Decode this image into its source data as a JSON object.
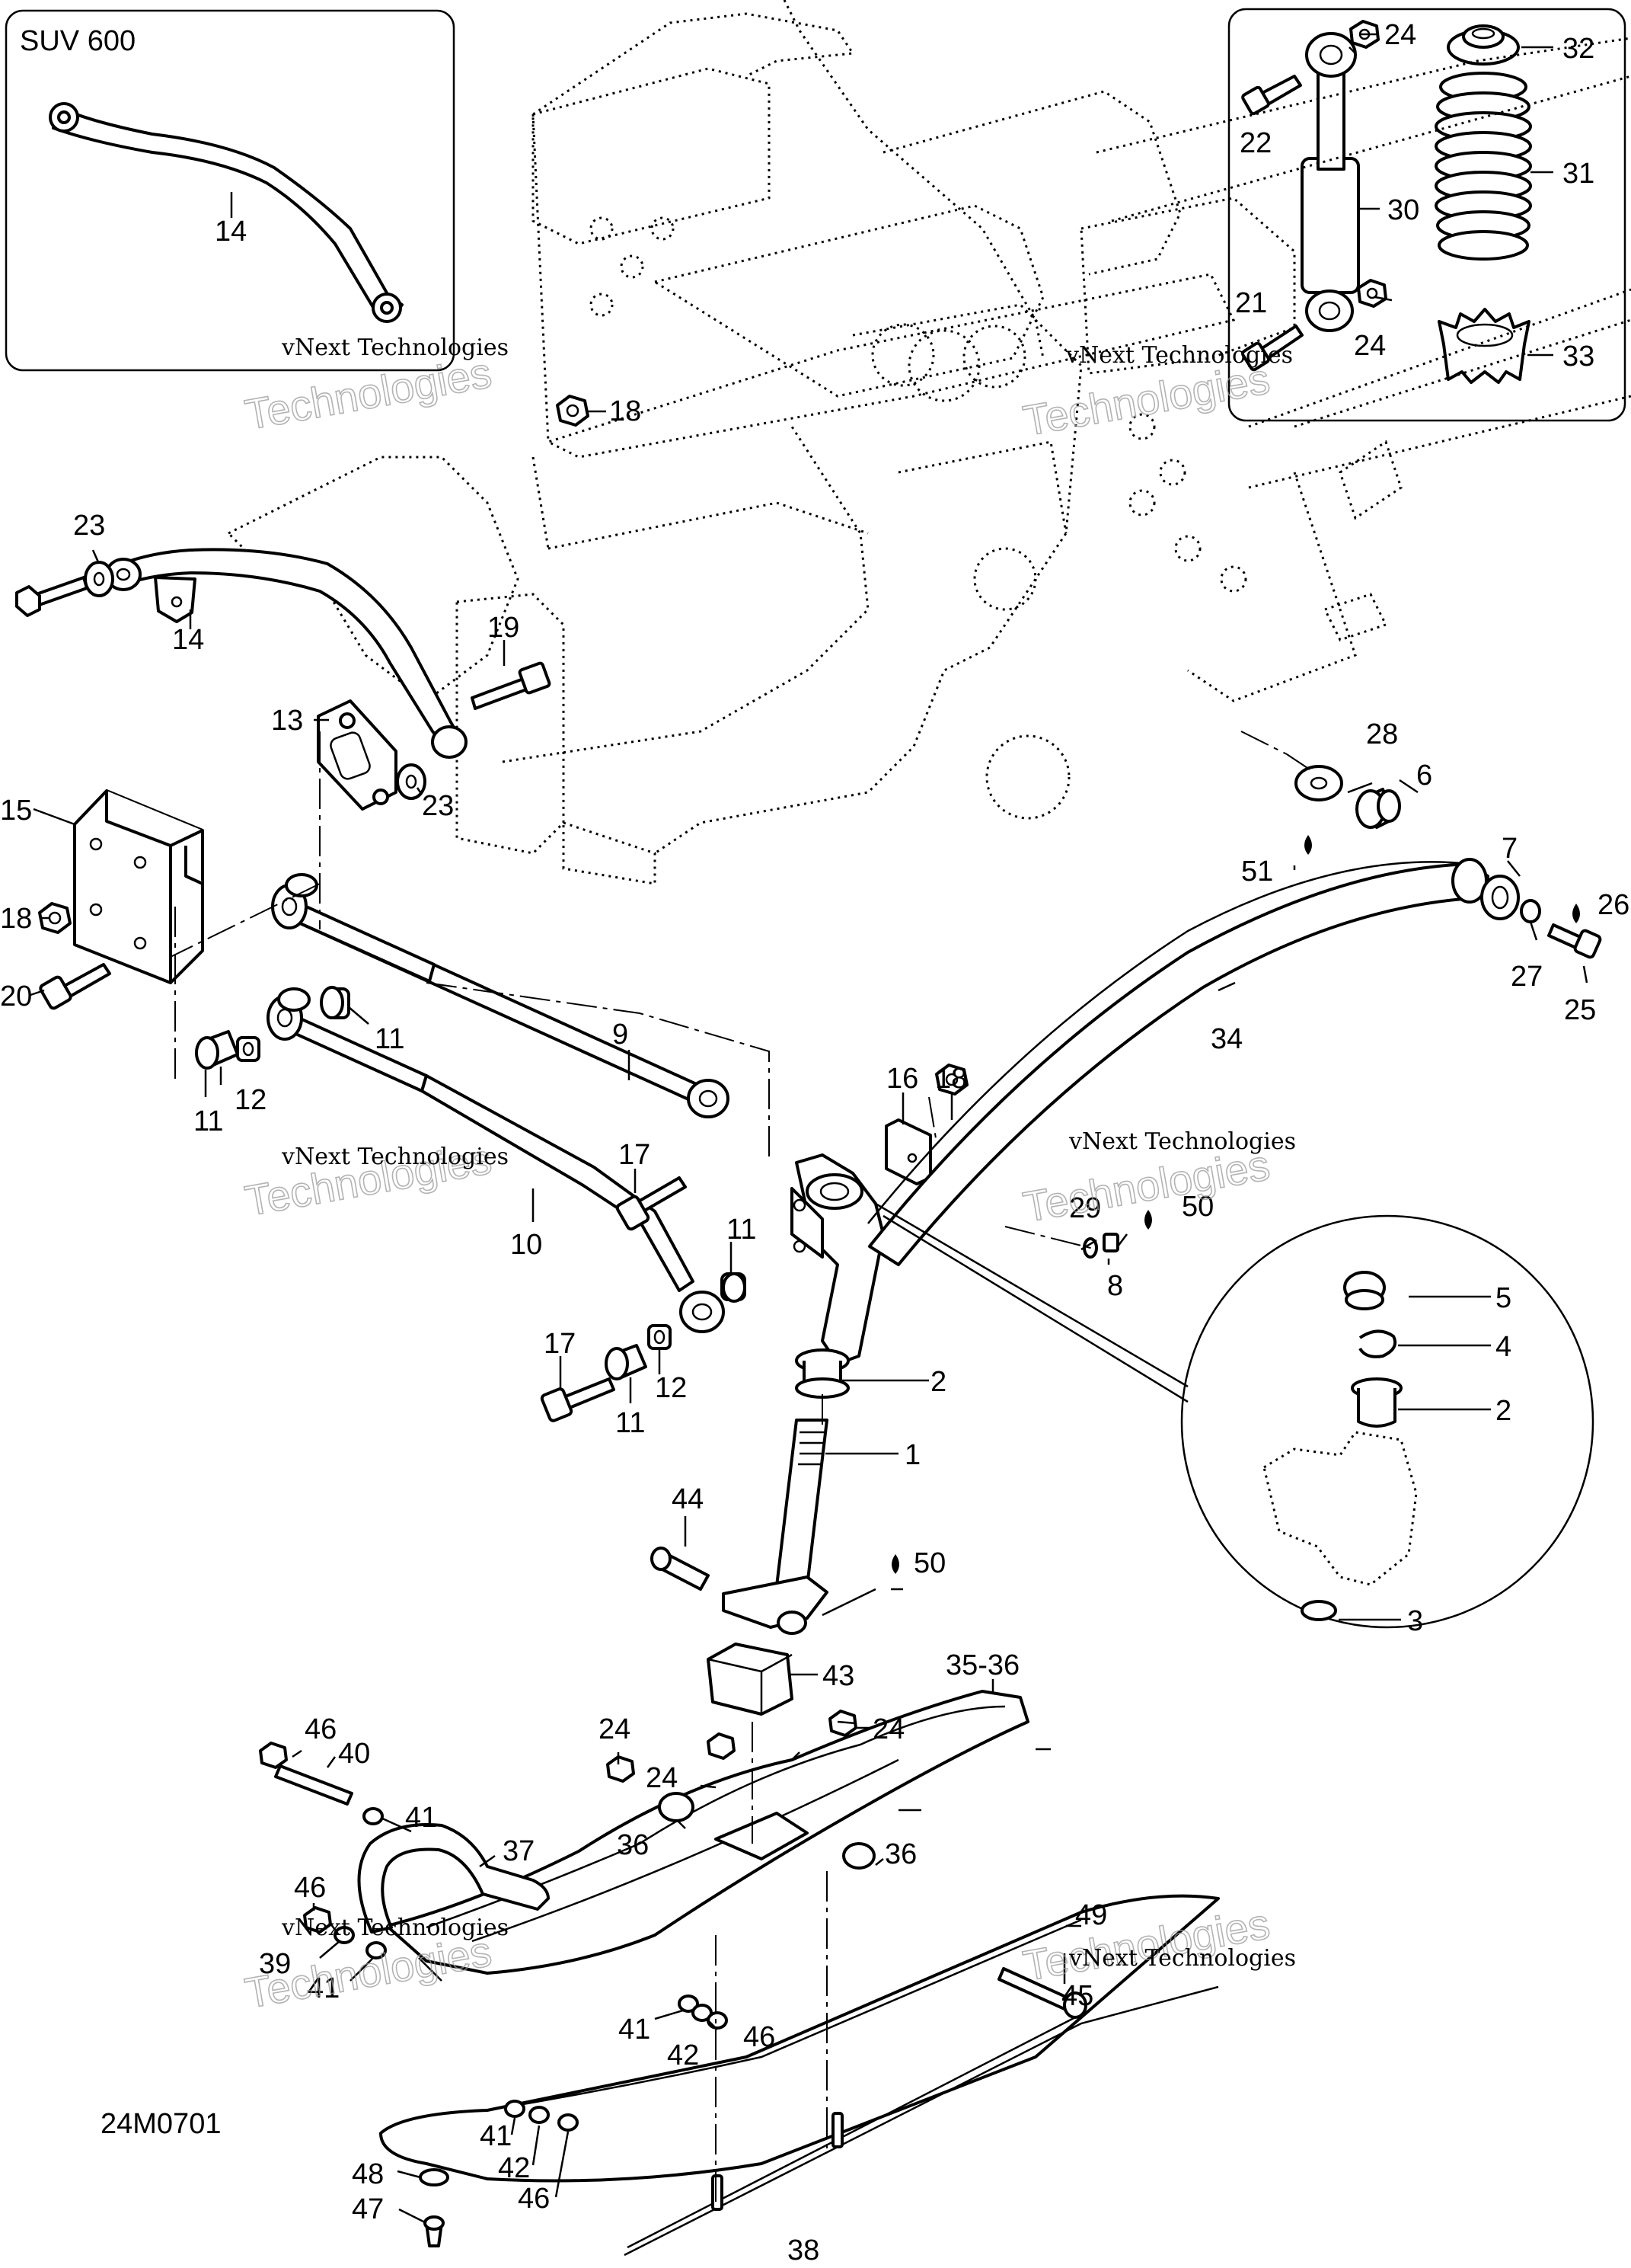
{
  "inset_suv": {
    "title": "SUV 600",
    "part": "14"
  },
  "drawing_code": "24M0701",
  "watermark": {
    "line1": "vNext Technologies",
    "line2": "Technologies"
  },
  "parts": {
    "p1": "1",
    "p2": "2",
    "p3": "3",
    "p4": "4",
    "p5": "5",
    "p6": "6",
    "p7": "7",
    "p8": "8",
    "p9": "9",
    "p10": "10",
    "p11": "11",
    "p12": "12",
    "p13": "13",
    "p14": "14",
    "p15": "15",
    "p16": "16",
    "p17": "17",
    "p18": "18",
    "p19": "19",
    "p20": "20",
    "p21": "21",
    "p22": "22",
    "p23": "23",
    "p24": "24",
    "p25": "25",
    "p26": "26",
    "p27": "27",
    "p28": "28",
    "p29": "29",
    "p30": "30",
    "p31": "31",
    "p32": "32",
    "p33": "33",
    "p34": "34",
    "p35_36": "35-36",
    "p36": "36",
    "p37": "37",
    "p38": "38",
    "p39": "39",
    "p40": "40",
    "p41": "41",
    "p42": "42",
    "p43": "43",
    "p44": "44",
    "p45": "45",
    "p46": "46",
    "p47": "47",
    "p48": "48",
    "p49": "49",
    "p50": "50",
    "p51": "51"
  }
}
